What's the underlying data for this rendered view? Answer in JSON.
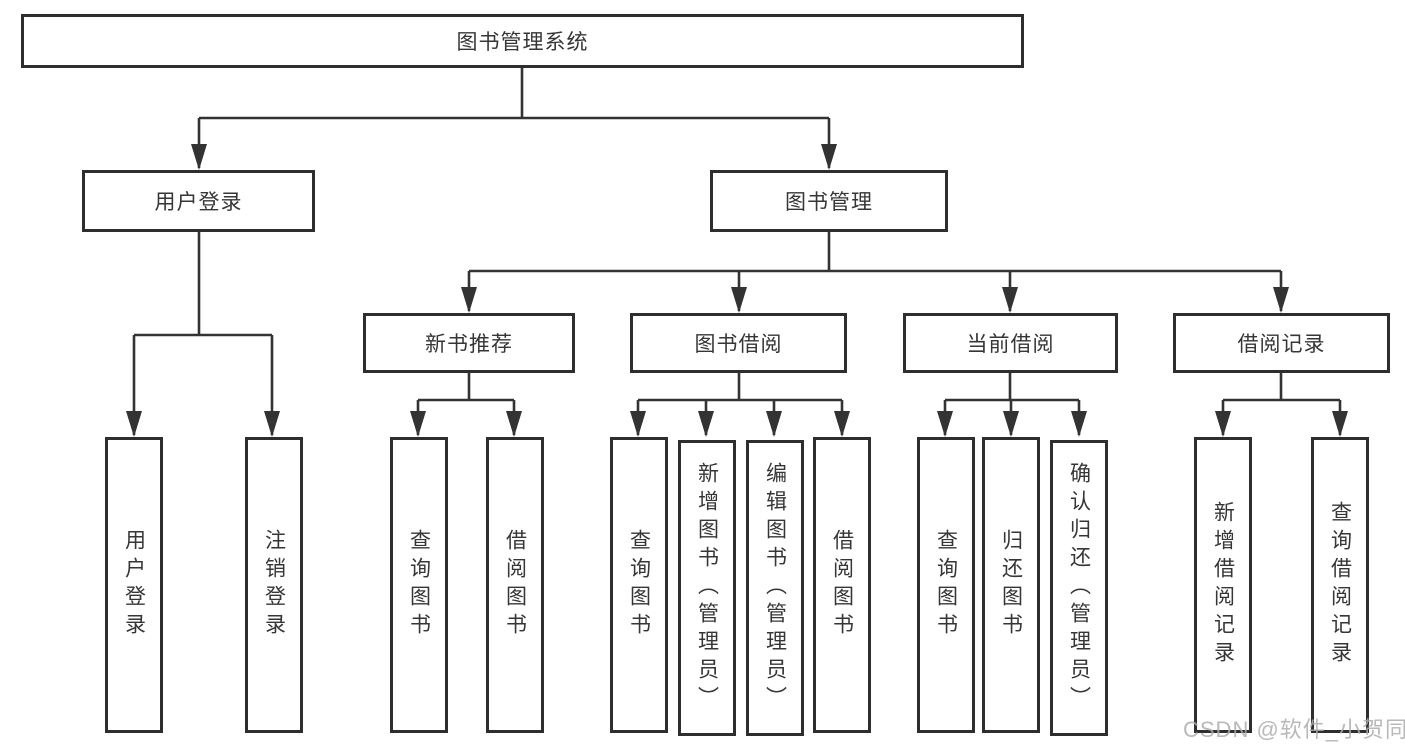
{
  "diagram": {
    "kind": "hierarchy-diagram",
    "colors": {
      "line": "#333333",
      "box_border": "#2e2e2e",
      "box_fill": "#ffffff",
      "text": "#363636",
      "watermark": "#adadad"
    }
  },
  "tree": {
    "label": "图书管理系统",
    "children": [
      {
        "label": "用户登录",
        "children": [
          {
            "label": "用户登录"
          },
          {
            "label": "注销登录"
          }
        ]
      },
      {
        "label": "图书管理",
        "children": [
          {
            "label": "新书推荐",
            "children": [
              {
                "label": "查询图书"
              },
              {
                "label": "借阅图书"
              }
            ]
          },
          {
            "label": "图书借阅",
            "children": [
              {
                "label": "查询图书"
              },
              {
                "label": "新增图书（管理员）"
              },
              {
                "label": "编辑图书（管理员）"
              },
              {
                "label": "借阅图书"
              }
            ]
          },
          {
            "label": "当前借阅",
            "children": [
              {
                "label": "查询图书"
              },
              {
                "label": "归还图书"
              },
              {
                "label": "确认归还（管理员）"
              }
            ]
          },
          {
            "label": "借阅记录",
            "children": [
              {
                "label": "新增借阅记录"
              },
              {
                "label": "查询借阅记录"
              }
            ]
          }
        ]
      }
    ]
  },
  "watermark": {
    "text": "CSDN @软件_小贺同学"
  }
}
